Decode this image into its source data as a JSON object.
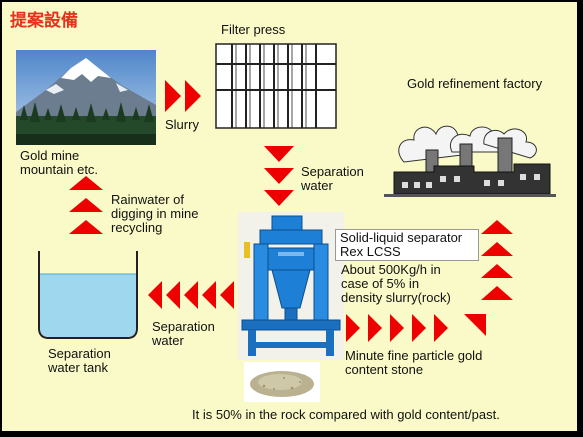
{
  "title": "提案設備",
  "labels": {
    "filter_press": "Filter press",
    "slurry": "Slurry",
    "gold_mine": [
      "Gold mine",
      "mountain etc."
    ],
    "separation_water_top": [
      "Separation",
      "water"
    ],
    "gold_factory": "Gold refinement factory",
    "rainwater": [
      "Rainwater of",
      "digging in mine",
      "recycling"
    ],
    "separator": [
      "Solid-liquid separator",
      "Rex LCSS"
    ],
    "capacity": [
      "About 500Kg/h in",
      "case of 5% in",
      "density slurry(rock)"
    ],
    "separation_water_bottom": [
      "Separation",
      "water"
    ],
    "tank": [
      "Separation",
      "water tank"
    ],
    "minute": [
      "Minute fine particle gold",
      "content stone"
    ],
    "footer": "It is 50% in the rock compared with gold content/past."
  },
  "colors": {
    "background": "#fafac8",
    "title": "#e8301c",
    "arrow": "#ee0000",
    "machine": "#1e7fd6",
    "water": "#9fd8ee"
  },
  "icons": {
    "mountain": "mountain-photo",
    "filter_press": "filter-press-icon",
    "factory": "factory-icon",
    "machine": "separator-machine-icon",
    "tank": "water-tank-icon",
    "stone": "stone-sample-icon"
  }
}
